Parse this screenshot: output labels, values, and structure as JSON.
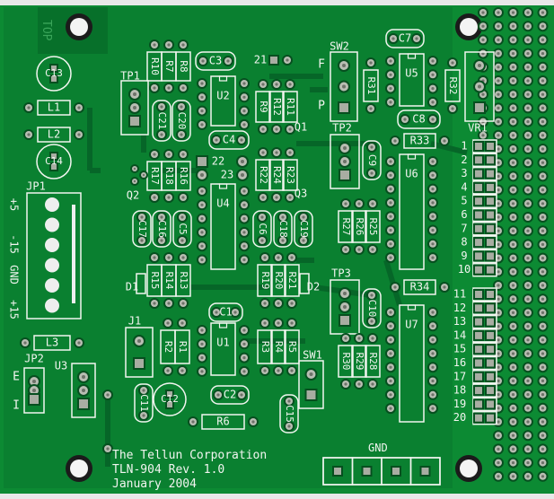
{
  "board": {
    "top_marker": "TOP",
    "company": "The Tellun Corporation",
    "model": "TLN-904 Rev. 1.0",
    "date": "January 2004",
    "gnd_label": "GND",
    "colors": {
      "board": "#0c8a33",
      "trace": "#07702a",
      "silk": "#f2f5f0",
      "pad": "#b9bdb3"
    }
  },
  "refs": {
    "C13": "C13",
    "L1": "L1",
    "L2": "L2",
    "C14": "C14",
    "JP1": "JP1",
    "TP1": "TP1",
    "R10": "R10",
    "R7": "R7",
    "R8": "R8",
    "C3": "C3",
    "N21": "21",
    "U2": "U2",
    "C21": "C21",
    "C20": "C20",
    "C4": "C4",
    "N22": "22",
    "N23": "23",
    "R17": "R17",
    "R18": "R18",
    "R16": "R16",
    "Q2": "Q2",
    "U4": "U4",
    "C17": "C17",
    "C16": "C16",
    "C5": "C5",
    "R9": "R9",
    "R12": "R12",
    "R11": "R11",
    "Q1": "Q1",
    "P": "P",
    "R22": "R22",
    "R24": "R24",
    "R23": "R23",
    "Q3": "Q3",
    "C6": "C6",
    "C18": "C18",
    "C19": "C19",
    "SW2": "SW2",
    "F": "F",
    "R31": "R31",
    "C7": "C7",
    "U5": "U5",
    "R32": "R32",
    "VR1": "VR1",
    "C8": "C8",
    "TP2": "TP2",
    "C9": "C9",
    "R33": "R33",
    "R27": "R27",
    "R26": "R26",
    "R25": "R25",
    "U6": "U6",
    "R15": "R15",
    "R14": "R14",
    "R13": "R13",
    "D1": "D1",
    "R19": "R19",
    "R20": "R20",
    "R21": "R21",
    "D2": "D2",
    "TP3": "TP3",
    "C10": "C10",
    "R34": "R34",
    "U7": "U7",
    "C1": "C1",
    "U1": "U1",
    "R2": "R2",
    "R1": "R1",
    "R3": "R3",
    "R4": "R4",
    "R5": "R5",
    "J1": "J1",
    "SW1": "SW1",
    "R30": "R30",
    "R29": "R29",
    "R28": "R28",
    "C11": "C11",
    "C12": "C12",
    "C2": "C2",
    "R6": "R6",
    "C15": "C15",
    "L3": "L3",
    "JP2": "JP2",
    "E": "E",
    "I": "I",
    "U3": "U3"
  },
  "jp1_pins": [
    "+5",
    "-15",
    "GND",
    "+15"
  ],
  "header_numbers": [
    "1",
    "2",
    "3",
    "4",
    "5",
    "6",
    "7",
    "8",
    "9",
    "10",
    "11",
    "12",
    "13",
    "14",
    "15",
    "16",
    "17",
    "18",
    "19",
    "20"
  ]
}
